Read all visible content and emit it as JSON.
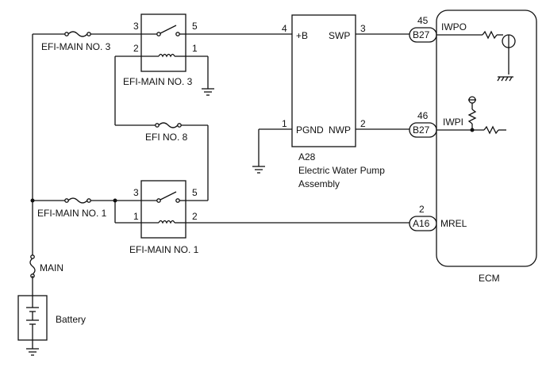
{
  "fuses": {
    "efi_main_3": "EFI-MAIN NO. 3",
    "efi_8": "EFI NO. 8",
    "efi_main_1": "EFI-MAIN NO. 1",
    "main": "MAIN"
  },
  "relays": {
    "efi_main_3": {
      "label": "EFI-MAIN NO. 3",
      "pins": [
        "3",
        "5",
        "2",
        "1"
      ]
    },
    "efi_main_1": {
      "label": "EFI-MAIN NO. 1",
      "pins": [
        "3",
        "5",
        "1",
        "2"
      ]
    }
  },
  "pump": {
    "code": "A28",
    "name_line1": "Electric Water Pump",
    "name_line2": "Assembly",
    "pins": {
      "b": "4",
      "swp": "3",
      "pgnd": "1",
      "nwp": "2"
    },
    "terminals": {
      "b": "+B",
      "swp": "SWP",
      "pgnd": "PGND",
      "nwp": "NWP"
    }
  },
  "connectors": [
    {
      "pin": "45",
      "code": "B27",
      "terminal": "IWPO"
    },
    {
      "pin": "46",
      "code": "B27",
      "terminal": "IWPI"
    },
    {
      "pin": "2",
      "code": "A16",
      "terminal": "MREL"
    }
  ],
  "ecm": {
    "label": "ECM"
  },
  "battery": {
    "label": "Battery"
  }
}
